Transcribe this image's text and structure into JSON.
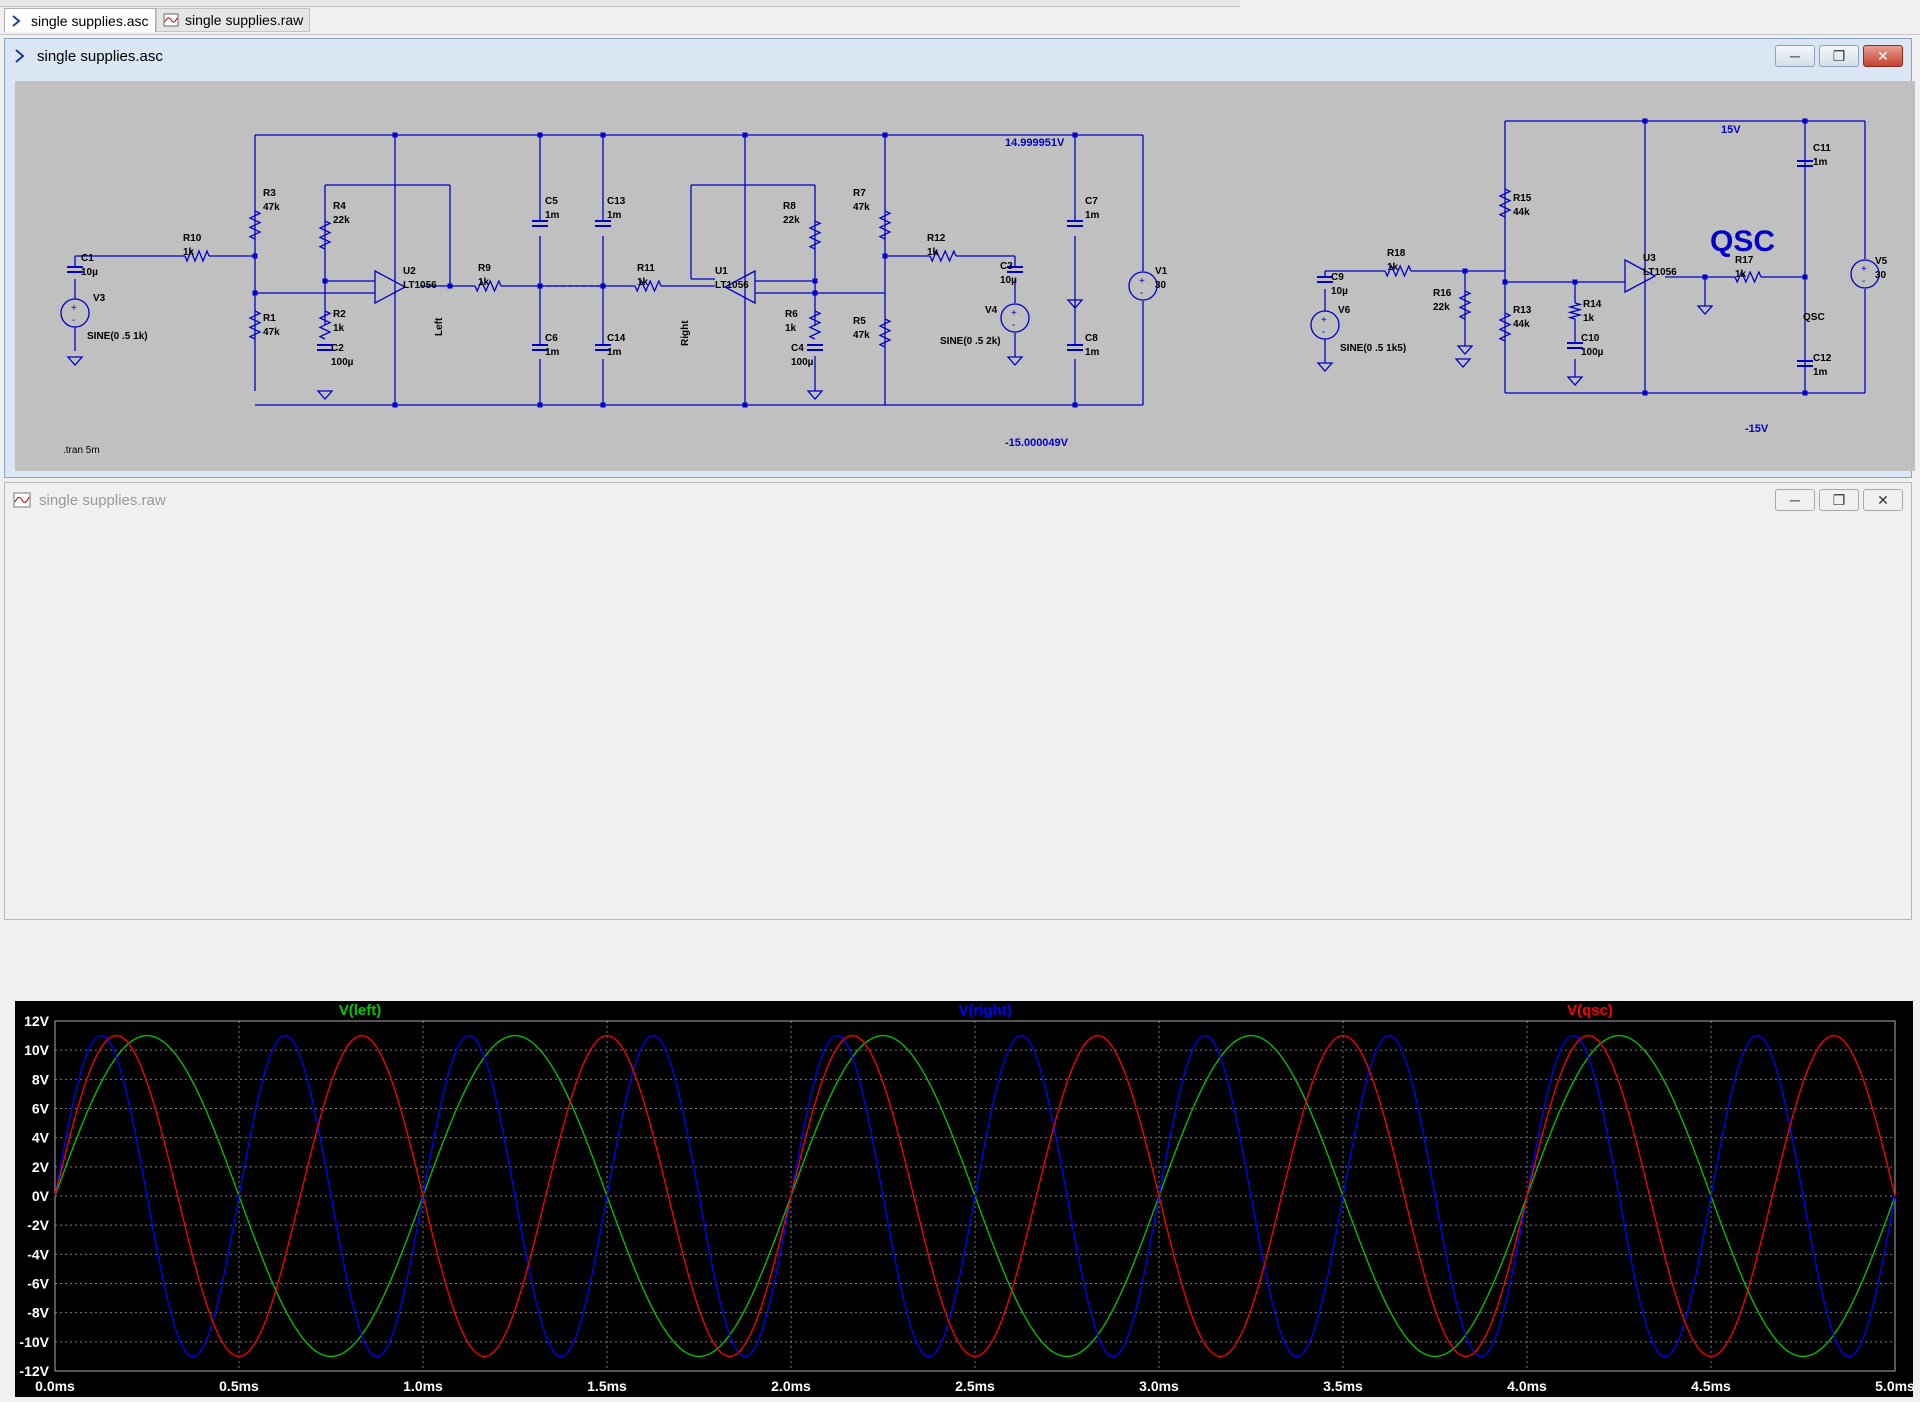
{
  "tabs": [
    {
      "label": "single supplies.asc",
      "icon": "schematic-icon",
      "active": true
    },
    {
      "label": "single supplies.raw",
      "icon": "waveform-icon",
      "active": false
    }
  ],
  "schematic_window": {
    "title": "single supplies.asc",
    "directive": ".tran 5m",
    "qsc_label": "QSC",
    "net_labels": {
      "vpos": "14.999951V",
      "vneg": "-15.000049V",
      "p15": "15V",
      "n15": "-15V",
      "left": "Left",
      "right": "Right",
      "qsc": "QSC"
    },
    "components": [
      {
        "ref": "C1",
        "value": "10µ"
      },
      {
        "ref": "V3",
        "value": "SINE(0 .5 1k)"
      },
      {
        "ref": "R10",
        "value": "1k"
      },
      {
        "ref": "R3",
        "value": "47k"
      },
      {
        "ref": "R1",
        "value": "47k"
      },
      {
        "ref": "R4",
        "value": "22k"
      },
      {
        "ref": "R2",
        "value": "1k"
      },
      {
        "ref": "C2",
        "value": "100µ"
      },
      {
        "ref": "U2",
        "value": "LT1056"
      },
      {
        "ref": "R9",
        "value": "1k"
      },
      {
        "ref": "C5",
        "value": "1m"
      },
      {
        "ref": "C6",
        "value": "1m"
      },
      {
        "ref": "C13",
        "value": "1m"
      },
      {
        "ref": "C14",
        "value": "1m"
      },
      {
        "ref": "R11",
        "value": "1k"
      },
      {
        "ref": "U1",
        "value": "LT1056"
      },
      {
        "ref": "R8",
        "value": "22k"
      },
      {
        "ref": "R6",
        "value": "1k"
      },
      {
        "ref": "C4",
        "value": "100µ"
      },
      {
        "ref": "R7",
        "value": "47k"
      },
      {
        "ref": "R5",
        "value": "47k"
      },
      {
        "ref": "R12",
        "value": "1k"
      },
      {
        "ref": "C3",
        "value": "10µ"
      },
      {
        "ref": "V4",
        "value": "SINE(0 .5 2k)"
      },
      {
        "ref": "C7",
        "value": "1m"
      },
      {
        "ref": "C8",
        "value": "1m"
      },
      {
        "ref": "V1",
        "value": "30"
      },
      {
        "ref": "C9",
        "value": "10µ"
      },
      {
        "ref": "V6",
        "value": "SINE(0 .5 1k5)"
      },
      {
        "ref": "R18",
        "value": "1k"
      },
      {
        "ref": "R16",
        "value": "22k"
      },
      {
        "ref": "R15",
        "value": "44k"
      },
      {
        "ref": "R13",
        "value": "44k"
      },
      {
        "ref": "R14",
        "value": "1k"
      },
      {
        "ref": "C10",
        "value": "100µ"
      },
      {
        "ref": "U3",
        "value": "LT1056"
      },
      {
        "ref": "R17",
        "value": "1k"
      },
      {
        "ref": "C11",
        "value": "1m"
      },
      {
        "ref": "C12",
        "value": "1m"
      },
      {
        "ref": "V5",
        "value": "30"
      }
    ]
  },
  "waveform_window": {
    "title": "single supplies.raw"
  },
  "window_buttons": {
    "minimize": "minimize-icon",
    "maximize": "maximize-icon",
    "close": "close-icon"
  },
  "colors": {
    "wire": "#0000c8",
    "canvas": "#c0c0c0",
    "plot_bg": "#000000",
    "grid": "#7a7a7a",
    "left": "#00c800",
    "right": "#0000ff",
    "qsc": "#ff0000"
  },
  "chart_data": {
    "type": "line",
    "ylim": [
      -12,
      12
    ],
    "xlim": [
      0.0,
      5.0
    ],
    "yticks": [
      "12V",
      "10V",
      "8V",
      "6V",
      "4V",
      "2V",
      "0V",
      "-2V",
      "-4V",
      "-6V",
      "-8V",
      "-10V",
      "-12V"
    ],
    "xticks": [
      "0.0ms",
      "0.5ms",
      "1.0ms",
      "1.5ms",
      "2.0ms",
      "2.5ms",
      "3.0ms",
      "3.5ms",
      "4.0ms",
      "4.5ms",
      "5.0ms"
    ],
    "grid": true,
    "series": [
      {
        "name": "V(left)",
        "frequency_khz": 1,
        "amplitude_v": 11,
        "color": "#00c800"
      },
      {
        "name": "V(right)",
        "frequency_khz": 2,
        "amplitude_v": 11,
        "color": "#0000ff"
      },
      {
        "name": "V(qsc)",
        "frequency_khz": 1.5,
        "amplitude_v": 11,
        "color": "#ff0000"
      }
    ]
  }
}
